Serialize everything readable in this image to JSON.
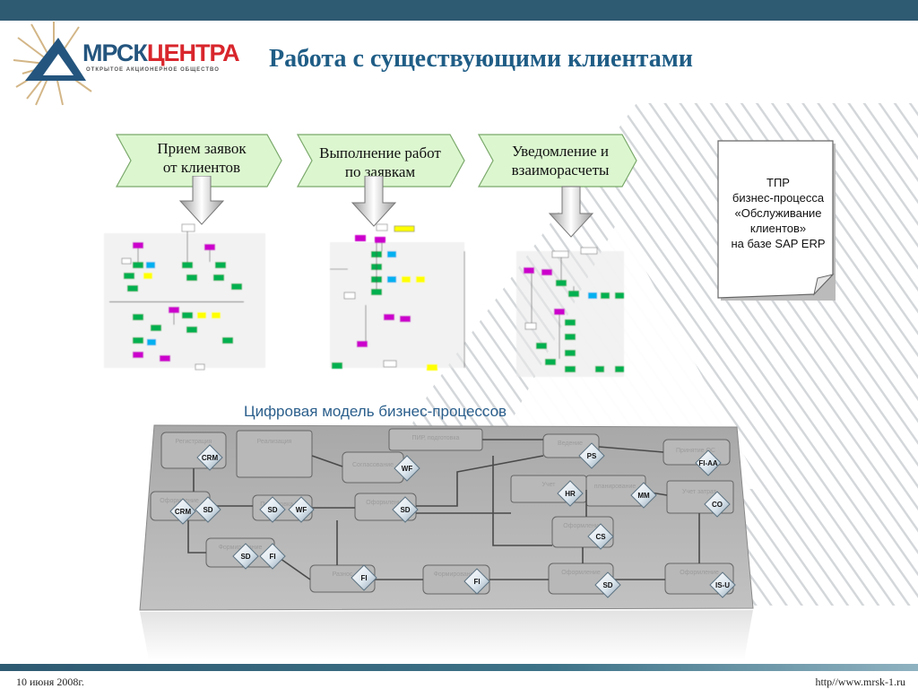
{
  "title": "Работа с существующими клиентами",
  "logo": {
    "name_a": "МРСК",
    "name_b": "ЦЕНТРА",
    "tagline": "ОТКРЫТОЕ АКЦИОНЕРНОЕ ОБЩЕСТВО"
  },
  "stages": [
    {
      "line1": "Прием заявок",
      "line2": "от клиентов"
    },
    {
      "line1": "Выполнение работ",
      "line2": "по  заявкам"
    },
    {
      "line1": "Уведомление и",
      "line2": "взаиморасчеты"
    }
  ],
  "note": {
    "line1": "ТПР",
    "line2": "бизнес-процесса",
    "line3": "«Обслуживание",
    "line4": "клиентов»",
    "line5": "на базе SAP ERP"
  },
  "subtitle": "Цифровая модель бизнес-процессов",
  "modules": [
    "CRM",
    "WF",
    "CRM",
    "SD",
    "SD",
    "WF",
    "SD",
    "PS",
    "FI-AA",
    "HR",
    "MM",
    "CO",
    "CS",
    "SD",
    "FI",
    "FI",
    "FI",
    "SD",
    "IS-U"
  ],
  "footer": {
    "date": "10 июня 2008г.",
    "url": "http//www.mrsk-1.ru"
  },
  "colors": {
    "bar": "#2e5a72",
    "title": "#1f5d86",
    "chevron": "#dcf7d0",
    "accent": "#d8262c"
  }
}
